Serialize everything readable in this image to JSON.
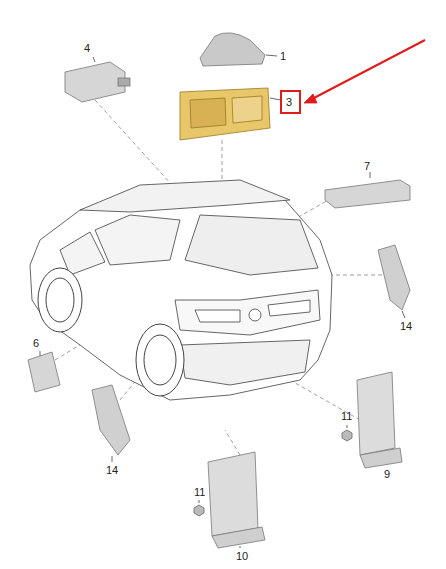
{
  "diagram": {
    "labels": [
      "4",
      "1",
      "3",
      "7",
      "14",
      "6",
      "14",
      "11",
      "9",
      "11",
      "10"
    ]
  }
}
